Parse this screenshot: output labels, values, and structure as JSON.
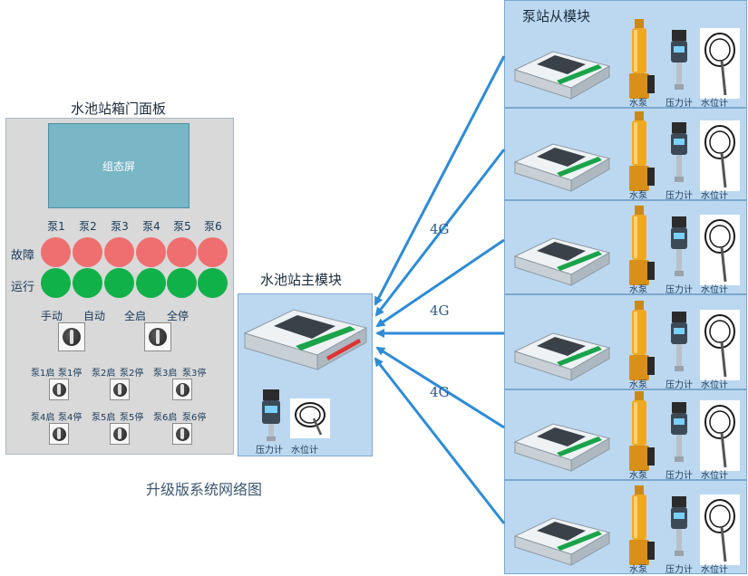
{
  "panel": {
    "title": "水池站箱门面板",
    "screen_label": "组态屏",
    "pumps": [
      "泵1",
      "泵2",
      "泵3",
      "泵4",
      "泵5",
      "泵6"
    ],
    "fault_label": "故障",
    "run_label": "运行",
    "mode_labels": [
      "手动",
      "自动",
      "全启",
      "全停"
    ],
    "pump_switches": [
      {
        "start": "泵1启",
        "stop": "泵1停"
      },
      {
        "start": "泵2启",
        "stop": "泵2停"
      },
      {
        "start": "泵3启",
        "stop": "泵3停"
      },
      {
        "start": "泵4启",
        "stop": "泵4停"
      },
      {
        "start": "泵5启",
        "stop": "泵5停"
      },
      {
        "start": "泵6启",
        "stop": "泵6停"
      }
    ]
  },
  "master": {
    "title": "水池站主模块",
    "pressure_label": "压力计",
    "level_label": "水位计"
  },
  "slaves": {
    "title": "泵站从模块",
    "pump_label": "水泵",
    "pressure_label": "压力计",
    "level_label": "水位计"
  },
  "links": [
    "4G",
    "4G",
    "4G"
  ],
  "caption": "升级版系统网络图",
  "colors": {
    "fault": "#ef6f70",
    "run": "#11b14a",
    "screen": "#79b6c6",
    "module_bg": "#bcd8f0",
    "arrow": "#2e8bd6"
  }
}
